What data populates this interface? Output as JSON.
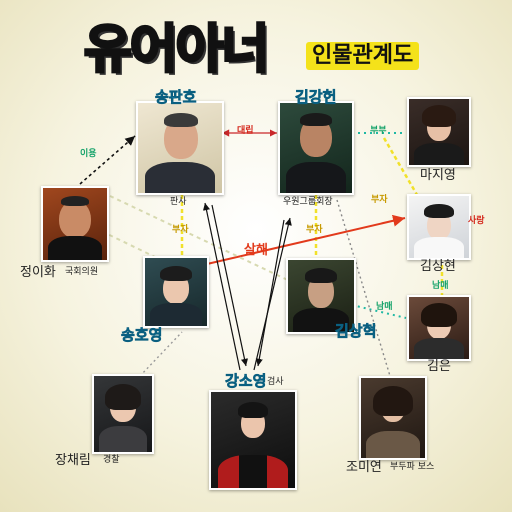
{
  "title": "유어아너",
  "subtitle": "인물관계도",
  "characters": {
    "song_panho": {
      "name": "송판호",
      "role": "판사"
    },
    "kim_ganghun": {
      "name": "김강헌",
      "role": "우원그룹회장"
    },
    "ma_jiyoung": {
      "name": "마지영"
    },
    "jung_ihwa": {
      "name": "정이화",
      "role": "국회의원"
    },
    "kim_sanghyun": {
      "name": "김상현"
    },
    "song_hoyoung": {
      "name": "송호영"
    },
    "kim_sanghyuk": {
      "name": "김상혁"
    },
    "kim_eun": {
      "name": "김은"
    },
    "jang_chaerim": {
      "name": "장채림",
      "role": "경찰"
    },
    "kang_soyoung": {
      "name": "강소영",
      "role": "검사"
    },
    "jo_miyeon": {
      "name": "조미연",
      "role": "부두파 보스"
    }
  },
  "relations": {
    "use": "이용",
    "rival": "대립",
    "couple": "부부",
    "father_son_right": "부자",
    "father_son_left": "부자",
    "father_son_kim": "부자",
    "murder": "살해",
    "love": "사랑",
    "siblings": "남매",
    "siblings_top": "남매"
  }
}
